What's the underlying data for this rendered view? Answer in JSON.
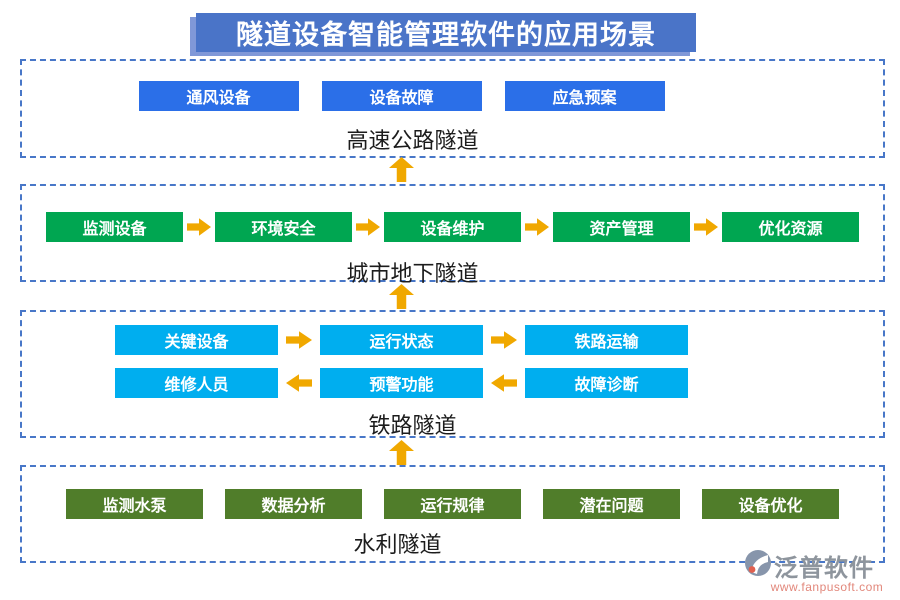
{
  "title": {
    "text": "隧道设备智能管理软件的应用场景"
  },
  "sections": [
    {
      "id": "highway-tunnel",
      "label": "高速公路隧道",
      "buttons": [
        {
          "label": "通风设备"
        },
        {
          "label": "设备故障"
        },
        {
          "label": "应急预案"
        }
      ]
    },
    {
      "id": "urban-underground-tunnel",
      "label": "城市地下隧道",
      "flow": "right",
      "buttons": [
        {
          "label": "监测设备"
        },
        {
          "label": "环境安全"
        },
        {
          "label": "设备维护"
        },
        {
          "label": "资产管理"
        },
        {
          "label": "优化资源"
        }
      ]
    },
    {
      "id": "railway-tunnel",
      "label": "铁路隧道",
      "rows": [
        {
          "flow": "right",
          "buttons": [
            {
              "label": "关键设备"
            },
            {
              "label": "运行状态"
            },
            {
              "label": "铁路运输"
            }
          ]
        },
        {
          "flow": "left",
          "buttons": [
            {
              "label": "维修人员"
            },
            {
              "label": "预警功能"
            },
            {
              "label": "故障诊断"
            }
          ]
        }
      ]
    },
    {
      "id": "water-conservancy-tunnel",
      "label": "水利隧道",
      "buttons": [
        {
          "label": "监测水泵"
        },
        {
          "label": "数据分析"
        },
        {
          "label": "运行规律"
        },
        {
          "label": "潜在问题"
        },
        {
          "label": "设备优化"
        }
      ]
    }
  ],
  "colors": {
    "title_bar": "#4A74C8",
    "title_shadow": "#8098D8",
    "panel_border": "#4877C8",
    "highway_node": "#2B6FE8",
    "urban_node": "#00A651",
    "railway_node": "#00AEEF",
    "water_node": "#507D2A",
    "arrow": "#F0A800"
  },
  "logo": {
    "name": "泛普软件",
    "website": "www.fanpusoft.com"
  }
}
